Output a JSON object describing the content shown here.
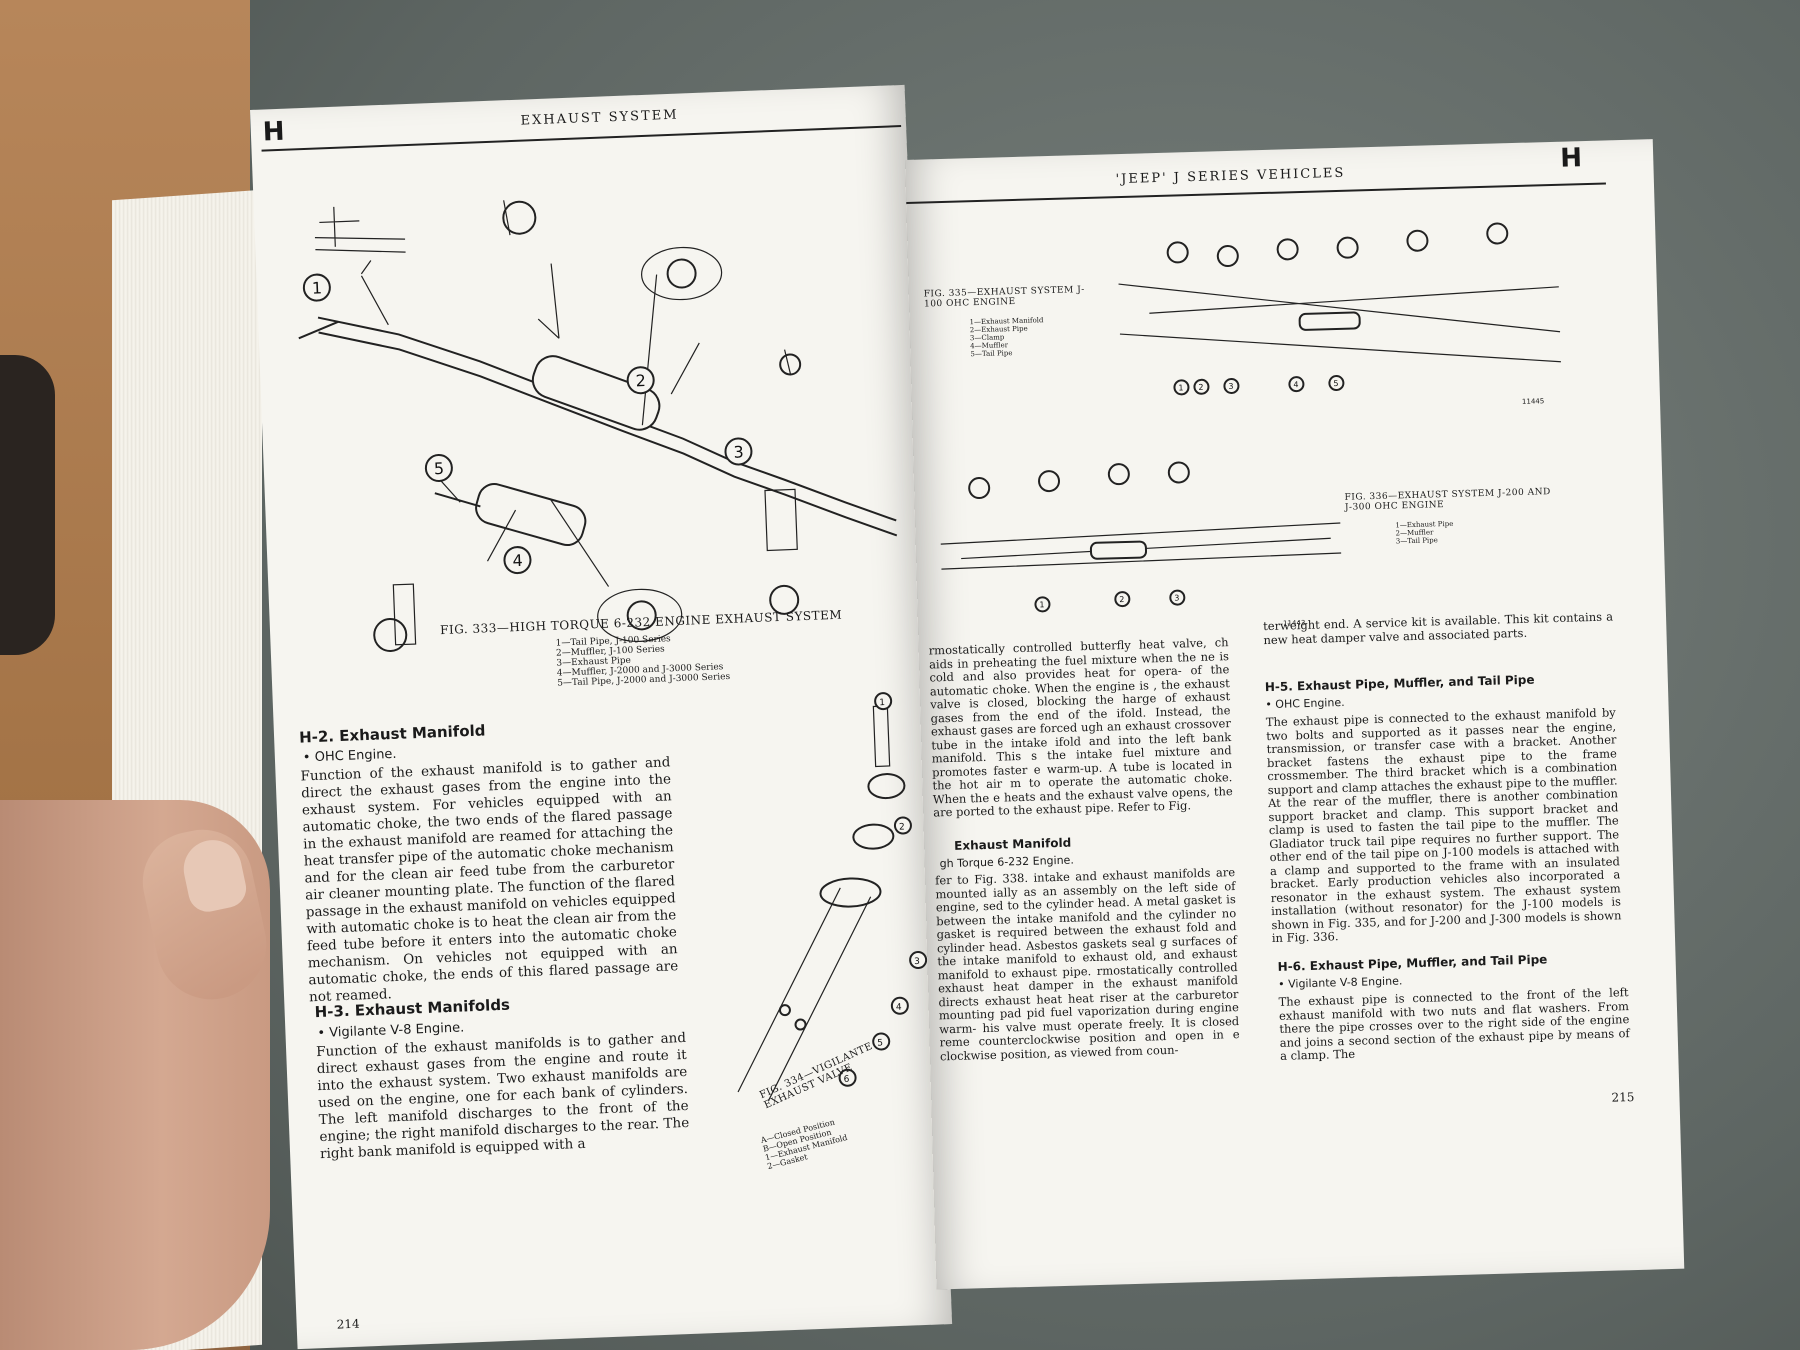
{
  "left_page": {
    "section_letter": "H",
    "running_head": "EXHAUST SYSTEM",
    "callouts": [
      "1",
      "2",
      "3",
      "4",
      "5"
    ],
    "fig333": {
      "caption": "FIG. 333—HIGH TORQUE 6-232 ENGINE EXHAUST SYSTEM",
      "legend": [
        "1—Tail Pipe, J-100 Series",
        "2—Muffler, J-100 Series",
        "3—Exhaust Pipe",
        "4—Muffler, J-2000 and J-3000 Series",
        "5—Tail Pipe, J-2000 and J-3000 Series"
      ]
    },
    "h2": {
      "heading": "H-2. Exhaust Manifold",
      "bullet": "• OHC Engine.",
      "text": "Function of the exhaust manifold is to gather and direct the exhaust gases from the engine into the exhaust system. For vehicles equipped with an automatic choke, the two ends of the flared passage in the exhaust manifold are reamed for attaching the heat transfer pipe of the automatic choke mechanism and for the clean air feed tube from the carburetor air cleaner mounting plate. The function of the flared passage in the exhaust manifold on vehicles equipped with automatic choke is to heat the clean air from the feed tube before it enters into the automatic choke mechanism. On vehicles not equipped with an automatic choke, the ends of this flared passage are not reamed."
    },
    "h3": {
      "heading": "H-3. Exhaust Manifolds",
      "bullet": "• Vigilante V-8 Engine.",
      "text": "Function of the exhaust manifolds is to gather and direct exhaust gases from the engine and route it into the exhaust system. Two exhaust manifolds are used on the engine, one for each bank of cylinders. The left manifold discharges to the front of the engine; the right manifold discharges to the rear. The right bank manifold is equipped with a"
    },
    "page_number": "214"
  },
  "right_page": {
    "section_letter": "H",
    "running_head": "'Jeep' J SERIES VEHICLES",
    "fig335": {
      "caption": "FIG. 335—EXHAUST SYSTEM J-100 OHC ENGINE",
      "legend": [
        "1—Exhaust Manifold",
        "2—Exhaust Pipe",
        "3—Clamp",
        "4—Muffler",
        "5—Tail Pipe"
      ],
      "number": "11445",
      "callouts": [
        "1",
        "2",
        "3",
        "4",
        "5"
      ]
    },
    "fig336": {
      "caption": "FIG. 336—EXHAUST SYSTEM J-200 AND J-300 OHC ENGINE",
      "legend": [
        "1—Exhaust Pipe",
        "2—Muffler",
        "3—Tail Pipe"
      ],
      "number": "11443",
      "callouts": [
        "1",
        "2",
        "3"
      ]
    },
    "fig334": {
      "caption": "FIG. 334—VIGILANTE EXHAUST VALVE",
      "legend": [
        "A—Closed Position",
        "B—Open Position",
        "1—Exhaust Manifold",
        "2—Gasket"
      ],
      "callouts": [
        "1",
        "2",
        "3",
        "4",
        "5",
        "6"
      ]
    },
    "col1_top": "rmostatically controlled butterfly heat valve, ch aids in preheating the fuel mixture when the ne is cold and also provides heat for opera- of the automatic choke. When the engine is , the exhaust valve is closed, blocking the harge of exhaust gases from the end of the ifold. Instead, the exhaust gases are forced ugh an exhaust crossover tube in the intake ifold and into the left bank manifold. This s the intake fuel mixture and promotes faster e warm-up. A tube is located in the hot air m to operate the automatic choke. When the e heats and the exhaust valve opens, the are ported to the exhaust pipe. Refer to Fig.",
    "h4": {
      "heading": "Exhaust Manifold",
      "bullet": "gh Torque 6-232 Engine.",
      "text": "fer to Fig. 338. intake and exhaust manifolds are mounted ially as an assembly on the left side of engine, sed to the cylinder head. A metal gasket is between the intake manifold and the cylinder no gasket is required between the exhaust fold and cylinder head. Asbestos gaskets seal g surfaces of the intake manifold to exhaust old, and exhaust manifold to exhaust pipe. rmostatically controlled exhaust heat damper in the exhaust manifold directs exhaust heat heat riser at the carburetor mounting pad pid fuel vaporization during engine warm- his valve must operate freely. It is closed reme counterclockwise position and open in e clockwise position, as viewed from coun-"
    },
    "col2_top": "terweight end. A service kit is available. This kit contains a new heat damper valve and associated parts.",
    "h5": {
      "heading": "H-5. Exhaust Pipe, Muffler, and Tail Pipe",
      "bullet": "• OHC Engine.",
      "text": "The exhaust pipe is connected to the exhaust manifold by two bolts and supported as it passes near the engine, transmission, or transfer case with a bracket. Another bracket fastens the exhaust pipe to the frame crossmember. The third bracket which is a combination support and clamp attaches the exhaust pipe to the muffler. At the rear of the muffler, there is another combination support bracket and clamp. This support bracket and clamp is used to fasten the tail pipe to the muffler. The Gladiator truck tail pipe requires no further support. The other end of the tail pipe on J-100 models is attached with a clamp and supported to the frame with an insulated bracket. Early production vehicles also incorporated a resonator in the exhaust system. The exhaust system installation (without resonator) for the J-100 models is shown in Fig. 335, and for J-200 and J-300 models is shown in Fig. 336."
    },
    "h6": {
      "heading": "H-6. Exhaust Pipe, Muffler, and Tail Pipe",
      "bullet": "• Vigilante V-8 Engine.",
      "text": "The exhaust pipe is connected to the front of the left exhaust manifold with two nuts and flat washers. From there the pipe crosses over to the right side of the engine and joins a second section of the exhaust pipe by means of a clamp. The"
    },
    "page_number": "215"
  }
}
